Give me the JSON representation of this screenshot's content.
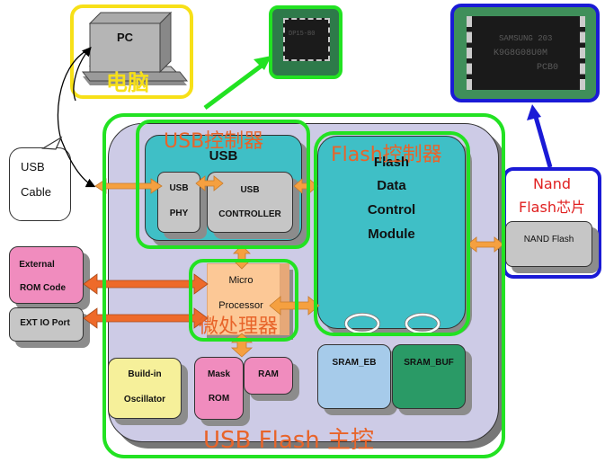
{
  "pc": {
    "label": "PC",
    "cn_label": "电脑",
    "frame_color": "#f7e018"
  },
  "usb_cable": {
    "line1": "USB",
    "line2": "Cable"
  },
  "chip_photo_usb": {
    "marking": "DP15-B0",
    "frame_color": "#22e222"
  },
  "chip_photo_nand": {
    "marking_line1": "SAMSUNG 203",
    "marking_line2": "K9G8G08U0M",
    "marking_line3": "PCB0",
    "frame_color": "#1a1ad6"
  },
  "main_controller": {
    "cn_label": "USB Flash 主控",
    "bg_color": "#cdcbe6",
    "frame_color": "#22e222"
  },
  "usb_block": {
    "cn_label": "USB控制器",
    "title": "USB",
    "phy_line1": "USB",
    "phy_line2": "PHY",
    "controller_line1": "USB",
    "controller_line2": "CONTROLLER",
    "bg_color": "#3fbfc6"
  },
  "flash_block": {
    "cn_label": "Flash控制器",
    "line1": "Flash",
    "line2": "Data",
    "line3": "Control",
    "line4": "Module",
    "bg_color": "#3fbfc6"
  },
  "nand": {
    "cn_line1": "Nand",
    "cn_line2": "Flash芯片",
    "chip_label": "NAND Flash",
    "text_color": "#e02020"
  },
  "external_rom": {
    "line1": "External",
    "line2": "ROM Code",
    "bg_color": "#f08cbe"
  },
  "ext_io": {
    "label": "EXT IO Port"
  },
  "micro_processor": {
    "line1": "Micro",
    "line2": "Processor",
    "cn_label": "微处理器",
    "bg_color": "#fcc896"
  },
  "oscillator": {
    "line1": "Build-in",
    "line2": "Oscillator",
    "bg_color": "#f6f09a"
  },
  "mask_rom": {
    "line1": "Mask",
    "line2": "ROM",
    "bg_color": "#f08cbe"
  },
  "ram": {
    "label": "RAM",
    "bg_color": "#f08cbe"
  },
  "sram_eb": {
    "label": "SRAM_EB",
    "bg_color": "#a6cbea"
  },
  "sram_buf": {
    "label": "SRAM_BUF",
    "bg_color": "#2a9a66"
  },
  "colors": {
    "arrow_orange": "#f5a040",
    "arrow_dark_orange": "#ee6a2a",
    "accent_cn": "#e8642a"
  }
}
